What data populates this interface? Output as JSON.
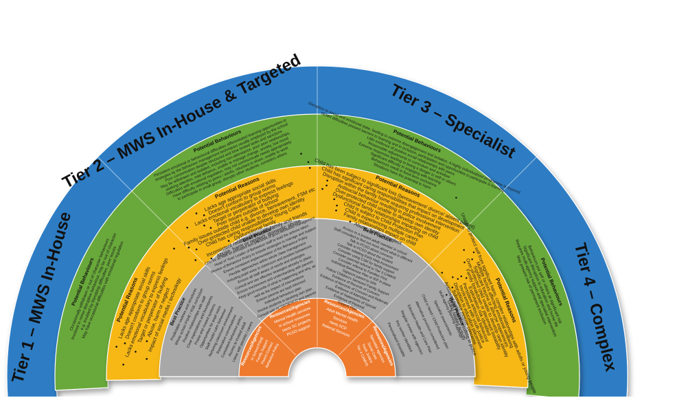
{
  "colors": {
    "blue": "#2f7dc4",
    "green": "#69a93a",
    "yellow": "#f7b818",
    "grey": "#a8a8a8",
    "orange": "#ee7a2e",
    "dark": "#111111"
  },
  "tiers": [
    {
      "title": "Tier 1 – MWS In-House",
      "behaviours_heading": "Potential Behaviours",
      "behaviours": [
        "Occasionally withdrawn or out of character behaviours",
        "Involved in minor disruptive behaviour, may be out of character",
        "e.g. troubled by friendship difficulties, peer issues",
        "May have occasional difficulties with emotional regulation"
      ],
      "reasons_heading": "Potential Reasons",
      "reasons": [
        "Lacks age appropriate social skills",
        "Doesn't conform to group norms",
        "Lacks emotional vocabulary to express feelings",
        "Target or perpetrator of bullying",
        "Abuse, harm or neglect",
        "Impact of social media / technology"
      ],
      "practice_heading": "Best Practice",
      "practice": [
        "Predictable routines and structures",
        "Whole school PSHE / RSE curriculum",
        "Positive relationships with staff",
        "Clear expectations and boundaries",
        "Praise and reward systems",
        "Opportunities for pupil voice",
        "Staff model calm behaviour",
        "Nurturing classroom environment",
        "Restorative conversations",
        "Consistent behaviour policy",
        "Access to trusted adult",
        "Liaise with parents / carers"
      ],
      "resources_heading": "Resources/Agencies",
      "resources": [
        "In School PSHE",
        "Family Support",
        "Parent Contact",
        "Behaviour Policy"
      ]
    },
    {
      "title": "Tier 2 – MWS In-House & Targeted",
      "behaviours_heading": "Potential Behaviours",
      "behaviours": [
        "Persistent emotional or behavioural difficulties differentiated learning opportunities or",
        "strategies by the behaviour management techniques usually employed by the school.",
        "Poor concentration despite structured and time limited tasks and sanctions",
        "May be withdrawn and isolated, including non-attendance, poor peer relationships,",
        "seeking attention, mild defiance, unable to manage change, anxiety, low mood",
        "Difficulties with emotional regulation, may not communicate needs appropriately",
        "Have difficulty relating to peers / adults, reluctant to share, unable to work",
        "to participate in small group, disrupts other students, considers others"
      ],
      "reasons_heading": "Potential Reasons",
      "reasons": [
        "Lacks age appropriate social skills",
        "Doesn't conform to group norms",
        "Lacks emotional vocabulary to express feelings",
        "Target or perpetrator of bullying",
        "Peer issues outside of school",
        "Family issues outside child e.g. divorce, bereavement, FSM etc",
        "Over-protected child unable to develop own identity",
        "Child has caring responsibilities/ Young Carer",
        "Dysfunctional family",
        "Inconsistent relationships with family and friends",
        "Abuse, harm or neglect, domestic abuse"
      ],
      "practice_heading": "Best Practice",
      "practice": [
        "CPD for all staff on principles and practices of good behaviour management",
        "Head of Year/ Leader of Behaviour staff to lead the actions taken",
        "Review of Behaviour Policy to include strategies to manage and support",
        "Ensure consistent implementation of the Behaviour Policy",
        "Flexible approaches within whole class management",
        "Including pupil voice in classroom and positive behaviours",
        "Ensure all staff aware of needs and strategies",
        "Consult and use effective strategies already in place",
        "Ensure involvement and understanding with parents",
        "Keep good records of what is happening and why, as",
        "well as the impact of interventions",
        "Ensure parents are kept informed",
        "Individual behaviour plan",
        "Involve students in devising own plan",
        "Consult with ACSR/SENCO and parents"
      ],
      "resources_heading": "Resources/Agencies",
      "resources": [
        "Mental Health services",
        "In school resources",
        "Herts SC projects",
        "PCSO support"
      ]
    },
    {
      "title": "Tier 3 – Specialist",
      "behaviours_heading": "Potential Behaviours",
      "behaviours": [
        "Disruption to social and emotional state, leading to extreme disengagement and isolation. A highly individualised programme is required",
        "SEMH difficulties present barriers to learning and in inclusion, participation and opportunities to participate in learning",
        "Little evidence of positive social relationships with peers",
        "Reasonable adjustments to curriculum and activities",
        "Extreme responses leading to being a danger to self or others",
        "Significant difficulty in engaging with learning",
        "Behaviours result in fixed term exclusions",
        "Situations have the potential to harm"
      ],
      "reasons_heading": "Potential Reasons",
      "reasons": [
        "Child has been subject to significant loss (bereavement/ divorce/ absent parent)",
        "Child has significant caring responsibilities that impact on development",
        "Disruption within the family home requiring professional intervention",
        "Antisocial behaviour resulting in police involvement",
        "Over-protected child unable to develop own identity",
        "Dysfunctional family relationships impacting on child",
        "Child is subject to Child Protection Plan",
        "Child is experiencing multiple carers",
        "Family relationships impact on child",
        "Abuse, harm or neglect"
      ],
      "practice_heading": "Best Practice",
      "practice": [
        "Access to a trusted adult/ member in school",
        "Staff consulted to find out more about what is different",
        "Talk to PCSO about concerns",
        "Talk to PCSO about the student",
        "Consider initiating Early Help Assessment",
        "Consider using CSM for family support",
        "Consider parental referral to Tier 3 CAMHS",
        "Consider referral to Families First",
        "Individual Behaviour Plan or IEP in place",
        "Signpost parent to SPA",
        "Police/ Children's Services/ Family Support",
        "Evidence of Records of Concern",
        "Evidence of Records of Concern and Referrals",
        "Evidence of Attendance",
        "Evidence of Statements of Special",
        "Evidence of Pastoral",
        "Support Plan"
      ],
      "resources_heading": "Resources/Agencies",
      "resources": [
        "Adult Mental Health",
        "Services",
        "Herts SCD",
        "Referral Services"
      ]
    },
    {
      "title": "Tier 4 – Complex",
      "behaviours_heading": "Potential Behaviours",
      "behaviours": [
        "Behaviours put self or others at significant risk",
        "Significant disruption to education and home life",
        "Requires multi-agency support and specialist intervention",
        "May present risk of permanent exclusion"
      ],
      "reasons_heading": "Potential Reasons",
      "reasons": [
        "Unable to protect self from significant harm, complex relationships with adults or young people",
        "Multiple factors affecting emotional wellbeing",
        "Significant trauma or adverse experiences",
        "Over-protected child unable to develop own identity",
        "Family breakdown or placement instability",
        "Exploitation risk identified",
        "Persistent antisocial behaviour",
        "Involvement with youth justice",
        "Disruption to education placement",
        "Substance misuse concerns",
        "Antisocial behaviour resulting in police",
        "Gang related activity"
      ],
      "practice_heading": "Best Practice",
      "practice": [
        "Multi-agency planning meetings",
        "Specialist assessments",
        "Child in Need / Child Protection plan",
        "Alternative provision considered",
        "Education Health and Care Plan",
        "Regular review with agencies",
        "Key worker identified",
        "Personalised timetable"
      ],
      "resources_heading": "Resources/Agencies",
      "resources": [
        "Specialist agencies",
        "Social Care",
        "Youth Justice",
        "Tier 4 CAMHS"
      ]
    }
  ]
}
